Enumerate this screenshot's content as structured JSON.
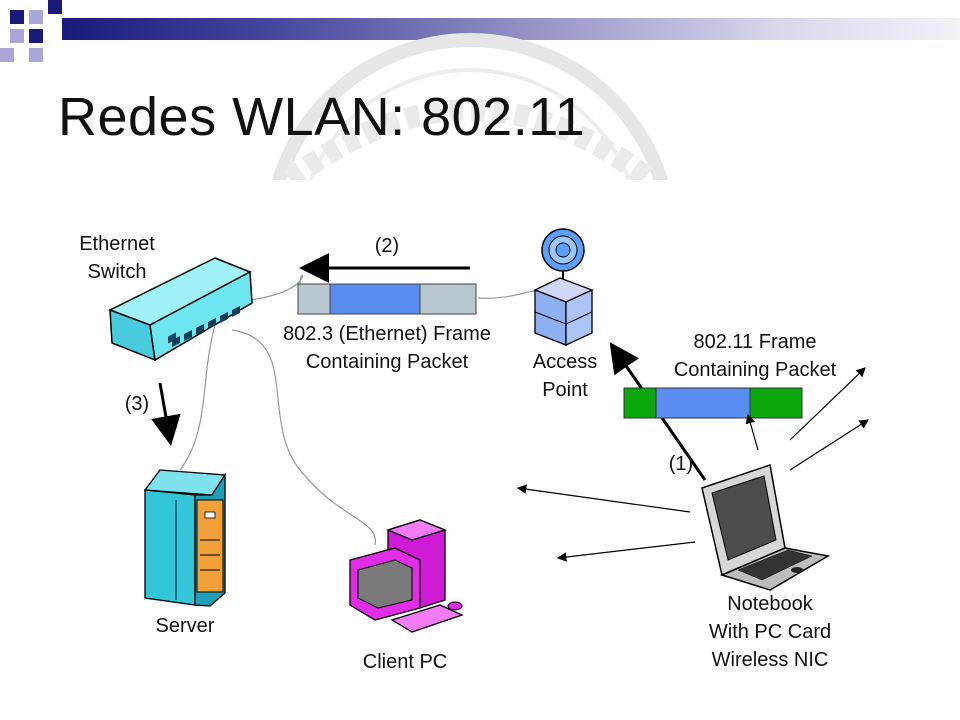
{
  "slide": {
    "title": "Redes WLAN: 802.11"
  },
  "diagram": {
    "switch_label": [
      "Ethernet",
      "Switch"
    ],
    "step_2": "(2)",
    "step_3": "(3)",
    "step_1": "(1)",
    "ethernet_frame_label": [
      "802.3 (Ethernet) Frame",
      "Containing Packet"
    ],
    "access_point_label": [
      "Access",
      "Point"
    ],
    "wifi_frame_label": [
      "802.11 Frame",
      "Containing Packet"
    ],
    "server_label": "Server",
    "client_label": "Client PC",
    "notebook_label": [
      "Notebook",
      "With PC Card",
      "Wireless NIC"
    ]
  },
  "colors": {
    "navy": "#1a1a7a",
    "lavender": "#a9a6d8",
    "frame_blue": "#5b8df0",
    "frame_grey": "#b9c7cf",
    "frame_green": "#0aa80a",
    "switch_cyan": "#6ee6f0",
    "server_cyan": "#33c5d8",
    "pc_magenta": "#e12ee6"
  }
}
